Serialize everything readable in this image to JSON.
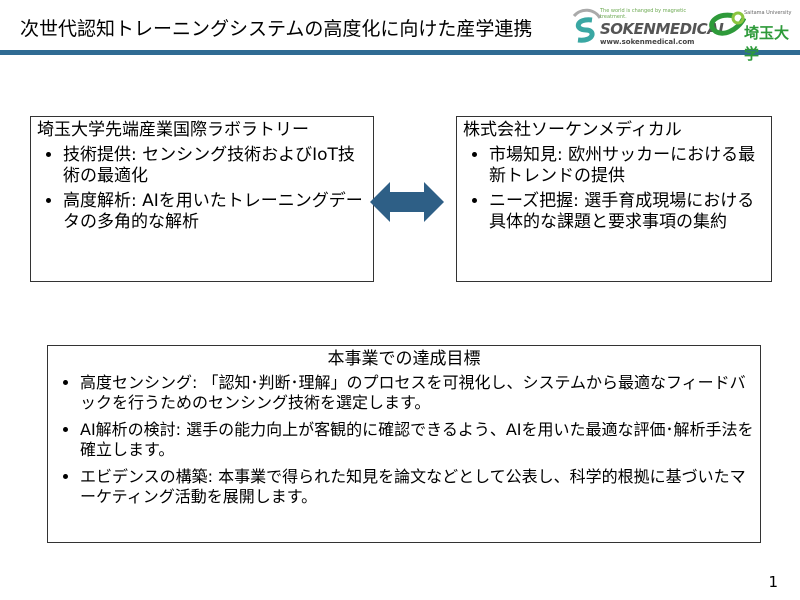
{
  "title": "次世代認知トレーニングシステムの高度化に向けた産学連携",
  "logos": {
    "soken_tagline": "The world is changed by magnetic treatment.",
    "soken_name": "SOKENMEDICAL",
    "soken_url": "www.sokenmedical.com",
    "saitama_tagline": "Saitama University",
    "saitama_name": "埼玉大学"
  },
  "left_box": {
    "heading": "埼玉大学先端産業国際ラボラトリー",
    "items": [
      "技術提供: センシング技術およびIoT技術の最適化",
      "高度解析: AIを用いたトレーニングデータの多角的な解析"
    ]
  },
  "right_box": {
    "heading": "株式会社ソーケンメディカル",
    "items": [
      "市場知見: 欧州サッカーにおける最新トレンドの提供",
      "ニーズ把握: 選手育成現場における具体的な課題と要求事項の集約"
    ]
  },
  "goals": {
    "heading": "本事業での達成目標",
    "items": [
      "高度センシング: 「認知･判断･理解」のプロセスを可視化し、システムから最適なフィードバックを行うためのセンシング技術を選定します。",
      "AI解析の検討:  選手の能力向上が客観的に確認できるよう、AIを用いた最適な評価･解析手法を確立します。",
      "エビデンスの構築:  本事業で得られた知見を論文などとして公表し、科学的根拠に基づいたマーケティング活動を展開します。"
    ]
  },
  "page_number": "1",
  "colors": {
    "rule": "#2f6b93",
    "arrow": "#2e5f86"
  }
}
